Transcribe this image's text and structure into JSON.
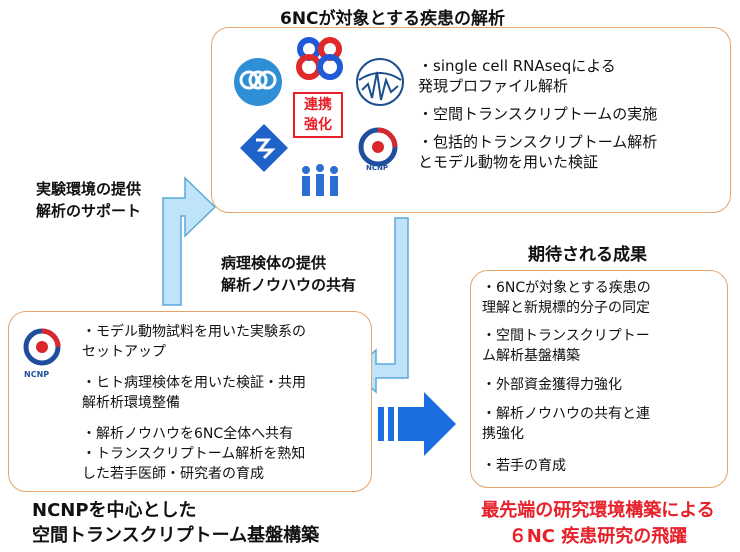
{
  "top": {
    "title": "6NCが対象とする疾患の解析",
    "badge": [
      "連携",
      "強化"
    ],
    "items": [
      [
        "・single cell RNAseqによる",
        "発現プロファイル解析"
      ],
      [
        "・空間トランスクリプトームの実施"
      ],
      [
        "・包括的トランスクリプトーム解析",
        "とモデル動物を用いた検証"
      ]
    ]
  },
  "support_label": [
    "実験環境の提供",
    "解析のサポート"
  ],
  "pathology_label": [
    "病理検体の提供",
    "解析ノウハウの共有"
  ],
  "ncnp": {
    "logo_text": "NCNP",
    "items": [
      [
        "・モデル動物試料を用いた実験系の",
        "セットアップ"
      ],
      [
        "・ヒト病理検体を用いた検証・共用",
        "解析析環境整備"
      ],
      [
        "・解析ノウハウを6NC全体へ共有",
        "・トランスクリプトーム解析を熟知",
        "した若手医師・研究者の育成"
      ]
    ],
    "caption": [
      "NCNPを中心とした",
      "空間トランスクリプトーム基盤構築"
    ]
  },
  "outcomes": {
    "title": "期待される成果",
    "items": [
      [
        "・6NCが対象とする疾患の",
        "理解と新規標的分子の同定"
      ],
      [
        "・空間トランスクリプトー",
        "ム解析基盤構築"
      ],
      [
        "・外部資金獲得力強化"
      ],
      [
        "・解析ノウハウの共有と連",
        "携強化"
      ],
      [
        "・若手の育成"
      ]
    ],
    "caption": [
      "最先端の研究環境構築による",
      "６NC 疾患研究の飛躍"
    ]
  },
  "colors": {
    "box_border": "#e7a46a",
    "arrow_blue": "#1b6fe0",
    "arrow_light": "#bfe3f8",
    "accent_red": "#e8202a"
  }
}
